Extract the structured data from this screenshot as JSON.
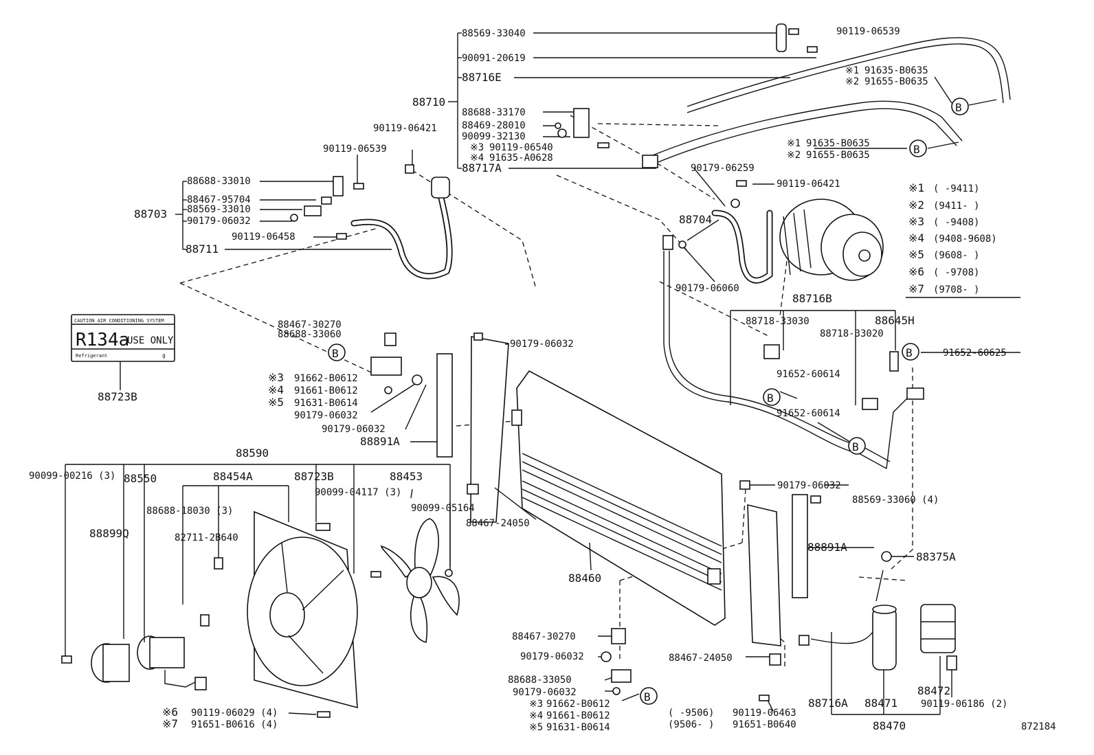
{
  "diagram_number": "872184",
  "labels": {
    "l_88569_33040": "88569-33040",
    "l_90091_20619": "90091-20619",
    "l_88716E": "88716E",
    "l_88710": "88710",
    "l_88688_33170": "88688-33170",
    "l_88469_28010": "88469-28010",
    "l_90099_32130": "90099-32130",
    "l_90119_06540": "90119-06540",
    "l_91635_A0628": "91635-A0628",
    "l_88717A": "88717A",
    "l_90119_06421_a": "90119-06421",
    "l_90119_06539_a": "90119-06539",
    "l_90119_06539_b": "90119-06539",
    "l_91635_B0635_a": "91635-B0635",
    "l_91655_B0635_a": "91655-B0635",
    "l_91635_B0635_b": "91635-B0635",
    "l_91655_B0635_b": "91655-B0635",
    "l_90179_06259": "90179-06259",
    "l_90119_06421_b": "90119-06421",
    "l_88688_33010": "88688-33010",
    "l_88467_95704": "88467-95704",
    "l_88569_33010": "88569-33010",
    "l_88703": "88703",
    "l_90179_06032_a": "90179-06032",
    "l_90119_06458": "90119-06458",
    "l_88711": "88711",
    "l_88704": "88704",
    "l_90179_06060": "90179-06060",
    "l_88716B": "88716B",
    "l_88718_33030": "88718-33030",
    "l_88645H": "88645H",
    "l_88718_33020": "88718-33020",
    "l_91652_60625": "91652-60625",
    "l_91652_60614_a": "91652-60614",
    "l_91652_60614_b": "91652-60614",
    "l_88467_30270_a": "88467-30270",
    "l_88688_33060": "88688-33060",
    "l_91662_B0612_a": "91662-B0612",
    "l_91661_B0612_a": "91661-B0612",
    "l_91631_B0614_a": "91631-B0614",
    "l_90179_06032_b": "90179-06032",
    "l_90179_06032_c": "90179-06032",
    "l_90179_06032_d": "90179-06032",
    "l_88891A_a": "88891A",
    "l_88723B_a": "88723B",
    "l_88590": "88590",
    "l_90099_00216": "90099-00216 (3)",
    "l_88550": "88550",
    "l_88454A": "88454A",
    "l_88723B_b": "88723B",
    "l_88453": "88453",
    "l_90099_04117": "90099-04117 (3)",
    "l_90099_05164": "90099-05164",
    "l_88688_18030": "88688-18030 (3)",
    "l_82711_2B640": "82711-2B640",
    "l_88899Q": "88899Q",
    "l_88467_24050_a": "88467-24050",
    "l_88460": "88460",
    "l_90179_06032_e": "90179-06032",
    "l_88569_33060": "88569-33060 (4)",
    "l_88891A_b": "88891A",
    "l_88375A": "88375A",
    "l_88467_30270_b": "88467-30270",
    "l_90179_06032_f": "90179-06032",
    "l_88688_33050": "88688-33050",
    "l_90179_06032_g": "90179-06032",
    "l_91662_B0612_b": "91662-B0612",
    "l_91661_B0612_b": "91661-B0612",
    "l_91631_B0614_b": "91631-B0614",
    "l_88467_24050_b": "88467-24050",
    "l_90119_06463": "90119-06463",
    "l_91651_B0640": "91651-B0640",
    "l_date_9506a": "(        -9506)",
    "l_date_9506b": "(9506-        )",
    "l_88716A": "88716A",
    "l_88471": "88471",
    "l_88472": "88472",
    "l_90119_06186": "90119-06186 (2)",
    "l_88470": "88470",
    "l_90119_06029": "90119-06029 (4)",
    "l_91651_B0616": "91651-B0616 (4)"
  },
  "marks": {
    "m1": "※1",
    "m2": "※2",
    "m3": "※3",
    "m4": "※4",
    "m5": "※5",
    "m6": "※6",
    "m7": "※7"
  },
  "legend": [
    {
      "mark": "※1",
      "range": "(        -9411)"
    },
    {
      "mark": "※2",
      "range": "(9411-        )"
    },
    {
      "mark": "※3",
      "range": "(        -9408)"
    },
    {
      "mark": "※4",
      "range": "(9408-9608)"
    },
    {
      "mark": "※5",
      "range": "(9608-        )"
    },
    {
      "mark": "※6",
      "range": "(        -9708)"
    },
    {
      "mark": "※7",
      "range": "(9708-        )"
    }
  ],
  "decal": {
    "header": "CAUTION AIR CONDITIONING SYSTEM",
    "main": "R134a",
    "suffix": "USE ONLY",
    "small_left": "Refrigerant",
    "small_right": "g"
  },
  "callout_letter": "B"
}
